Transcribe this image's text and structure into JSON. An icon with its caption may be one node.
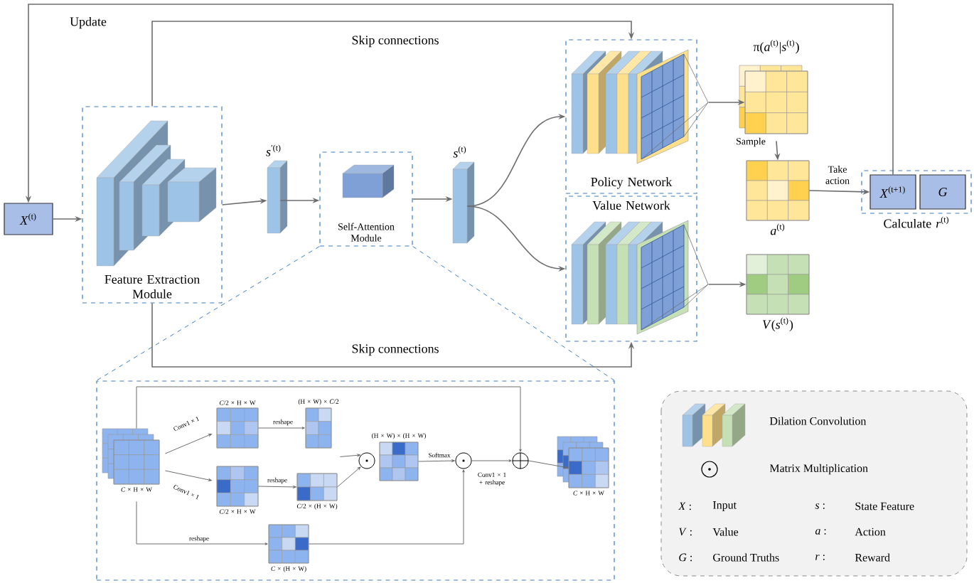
{
  "diagram": {
    "nodes": [
      {
        "text": [
          "*X*$^{(t)}$"
        ]
      },
      {
        "text": [
          "Feature Extraction Module"
        ]
      },
      {
        "text": [
          "*s*$^{′(t)}$"
        ]
      },
      {
        "text": [
          "Self-Attention Module"
        ]
      },
      {
        "text": [
          "*s*$^{(t)}$"
        ]
      },
      {
        "text": [
          "Policy Network"
        ]
      },
      {
        "text": [
          "Value Network"
        ]
      },
      {
        "text": [
          "π(*a*$^{(t)}$|*s*$^{(t)}$)"
        ]
      },
      {
        "text": [
          "*a*$^{(t)}$"
        ]
      },
      {
        "text": [
          "*V*(*s*$^{(t)}$)"
        ]
      },
      {
        "text": [
          "Calculate *r*$^{(t)}$"
        ]
      },
      {
        "text": [
          "*X*$^{(t+1)}$"
        ],
        "in": 10
      },
      {
        "text": [
          "G"
        ],
        "in": 10
      },
      {
        "text": [],
        "shape": "box"
      },
      {
        "text": [
          "*C* × H × W"
        ],
        "in": 13
      },
      {
        "text": [
          "*C*/2 × H × W"
        ],
        "in": 13
      },
      {
        "text": [
          "(H × W) × *C*/2"
        ],
        "in": 13
      },
      {
        "text": [
          "*C*/2 × H × W"
        ],
        "in": 13
      },
      {
        "text": [
          "*C*/2 × (H × W)"
        ],
        "in": 13
      },
      {
        "text": [],
        "shape": "circle",
        "in": 13
      },
      {
        "text": [
          "(H × W) × (H × W)"
        ],
        "in": 13
      },
      {
        "text": [],
        "shape": "circle",
        "in": 13
      },
      {
        "text": [],
        "shape": "circle",
        "in": 13
      },
      {
        "text": [
          "*C* × H × W"
        ],
        "in": 13
      },
      {
        "text": [
          "*C* × (H × W)"
        ],
        "in": 13
      }
    ],
    "edges": [
      {
        "from": 0,
        "to": 1,
        "arrow": "to"
      },
      {
        "from": 1,
        "to": 2,
        "arrow": "to"
      },
      {
        "from": 2,
        "to": 3,
        "arrow": "to"
      },
      {
        "from": 3,
        "to": 4,
        "arrow": "to"
      },
      {
        "from": 4,
        "to": 5,
        "arrow": "to"
      },
      {
        "from": 4,
        "to": 6,
        "arrow": "to"
      },
      {
        "from": 5,
        "to": 7,
        "arrow": "to"
      },
      {
        "from": 6,
        "to": 9,
        "arrow": "to"
      },
      {
        "from": 7,
        "to": 8,
        "arrow": "to",
        "label": "Sample"
      },
      {
        "from": 8,
        "to": 11,
        "arrow": "to",
        "label": "Take action"
      },
      {
        "from": 11,
        "to": 0,
        "arrow": "to",
        "label": "Update"
      },
      {
        "from": 1,
        "to": 5,
        "arrow": "to",
        "label": "Skip connections"
      },
      {
        "from": 1,
        "to": 6,
        "arrow": "to",
        "label": "Skip connections"
      },
      {
        "from": 14,
        "to": 15,
        "arrow": "to",
        "label": "Conv1 × 1"
      },
      {
        "from": 14,
        "to": 17,
        "arrow": "to",
        "label": "Conv1 × 1"
      },
      {
        "from": 15,
        "to": 16,
        "arrow": "to",
        "label": "reshape"
      },
      {
        "from": 17,
        "to": 18,
        "arrow": "to",
        "label": "reshape"
      },
      {
        "from": 16,
        "to": 19,
        "arrow": "to"
      },
      {
        "from": 18,
        "to": 19,
        "arrow": "to"
      },
      {
        "from": 20,
        "to": 21,
        "arrow": "to",
        "label": "Softmax"
      },
      {
        "from": 14,
        "to": 24,
        "arrow": "to",
        "label": "reshape"
      },
      {
        "from": 24,
        "to": 21,
        "arrow": "to"
      },
      {
        "from": 21,
        "to": 22,
        "arrow": "to",
        "label": "Conv1 × 1 + reshape"
      },
      {
        "from": 14,
        "to": 22,
        "arrow": "to"
      },
      {
        "from": 22,
        "to": 23,
        "arrow": "to"
      },
      {
        "from": 3,
        "to": 13,
        "arrow": "none",
        "style": "dashed",
        "color": "#3c7dc4"
      },
      {
        "from": 3,
        "to": 13,
        "arrow": "none",
        "style": "dashed",
        "color": "#3c7dc4"
      }
    ],
    "labels": [
      "*X* :",
      "Input",
      "*s* :",
      "State Feature",
      "*V* :",
      "Value",
      "*a* :",
      "Action",
      "*G* :",
      "Ground Truths",
      "*r* :",
      "Reward"
    ],
    "legend": [
      {
        "text": "Dilation Convolution"
      },
      {
        "text": "Matrix Multiplication"
      }
    ]
  }
}
